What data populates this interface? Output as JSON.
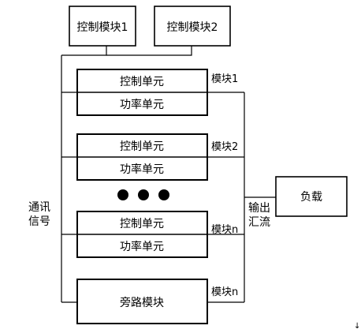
{
  "top_modules": {
    "control_1": "控制模块1",
    "control_2": "控制模块2"
  },
  "modules": [
    {
      "control": "控制单元",
      "power": "功率单元",
      "tag": "模块1"
    },
    {
      "control": "控制单元",
      "power": "功率单元",
      "tag": "模块2"
    },
    {
      "control": "控制单元",
      "power": "功率单元",
      "tag": "模块n"
    }
  ],
  "bypass": {
    "label": "旁路模块",
    "tag": "模块n"
  },
  "comm_signal": [
    "通讯",
    "信号"
  ],
  "output_sum": [
    "输出",
    "汇流"
  ],
  "load": "负载",
  "ellipsis_dots": 3,
  "corner_mark": "↓",
  "colors": {
    "line": "#000000",
    "background": "#ffffff"
  }
}
